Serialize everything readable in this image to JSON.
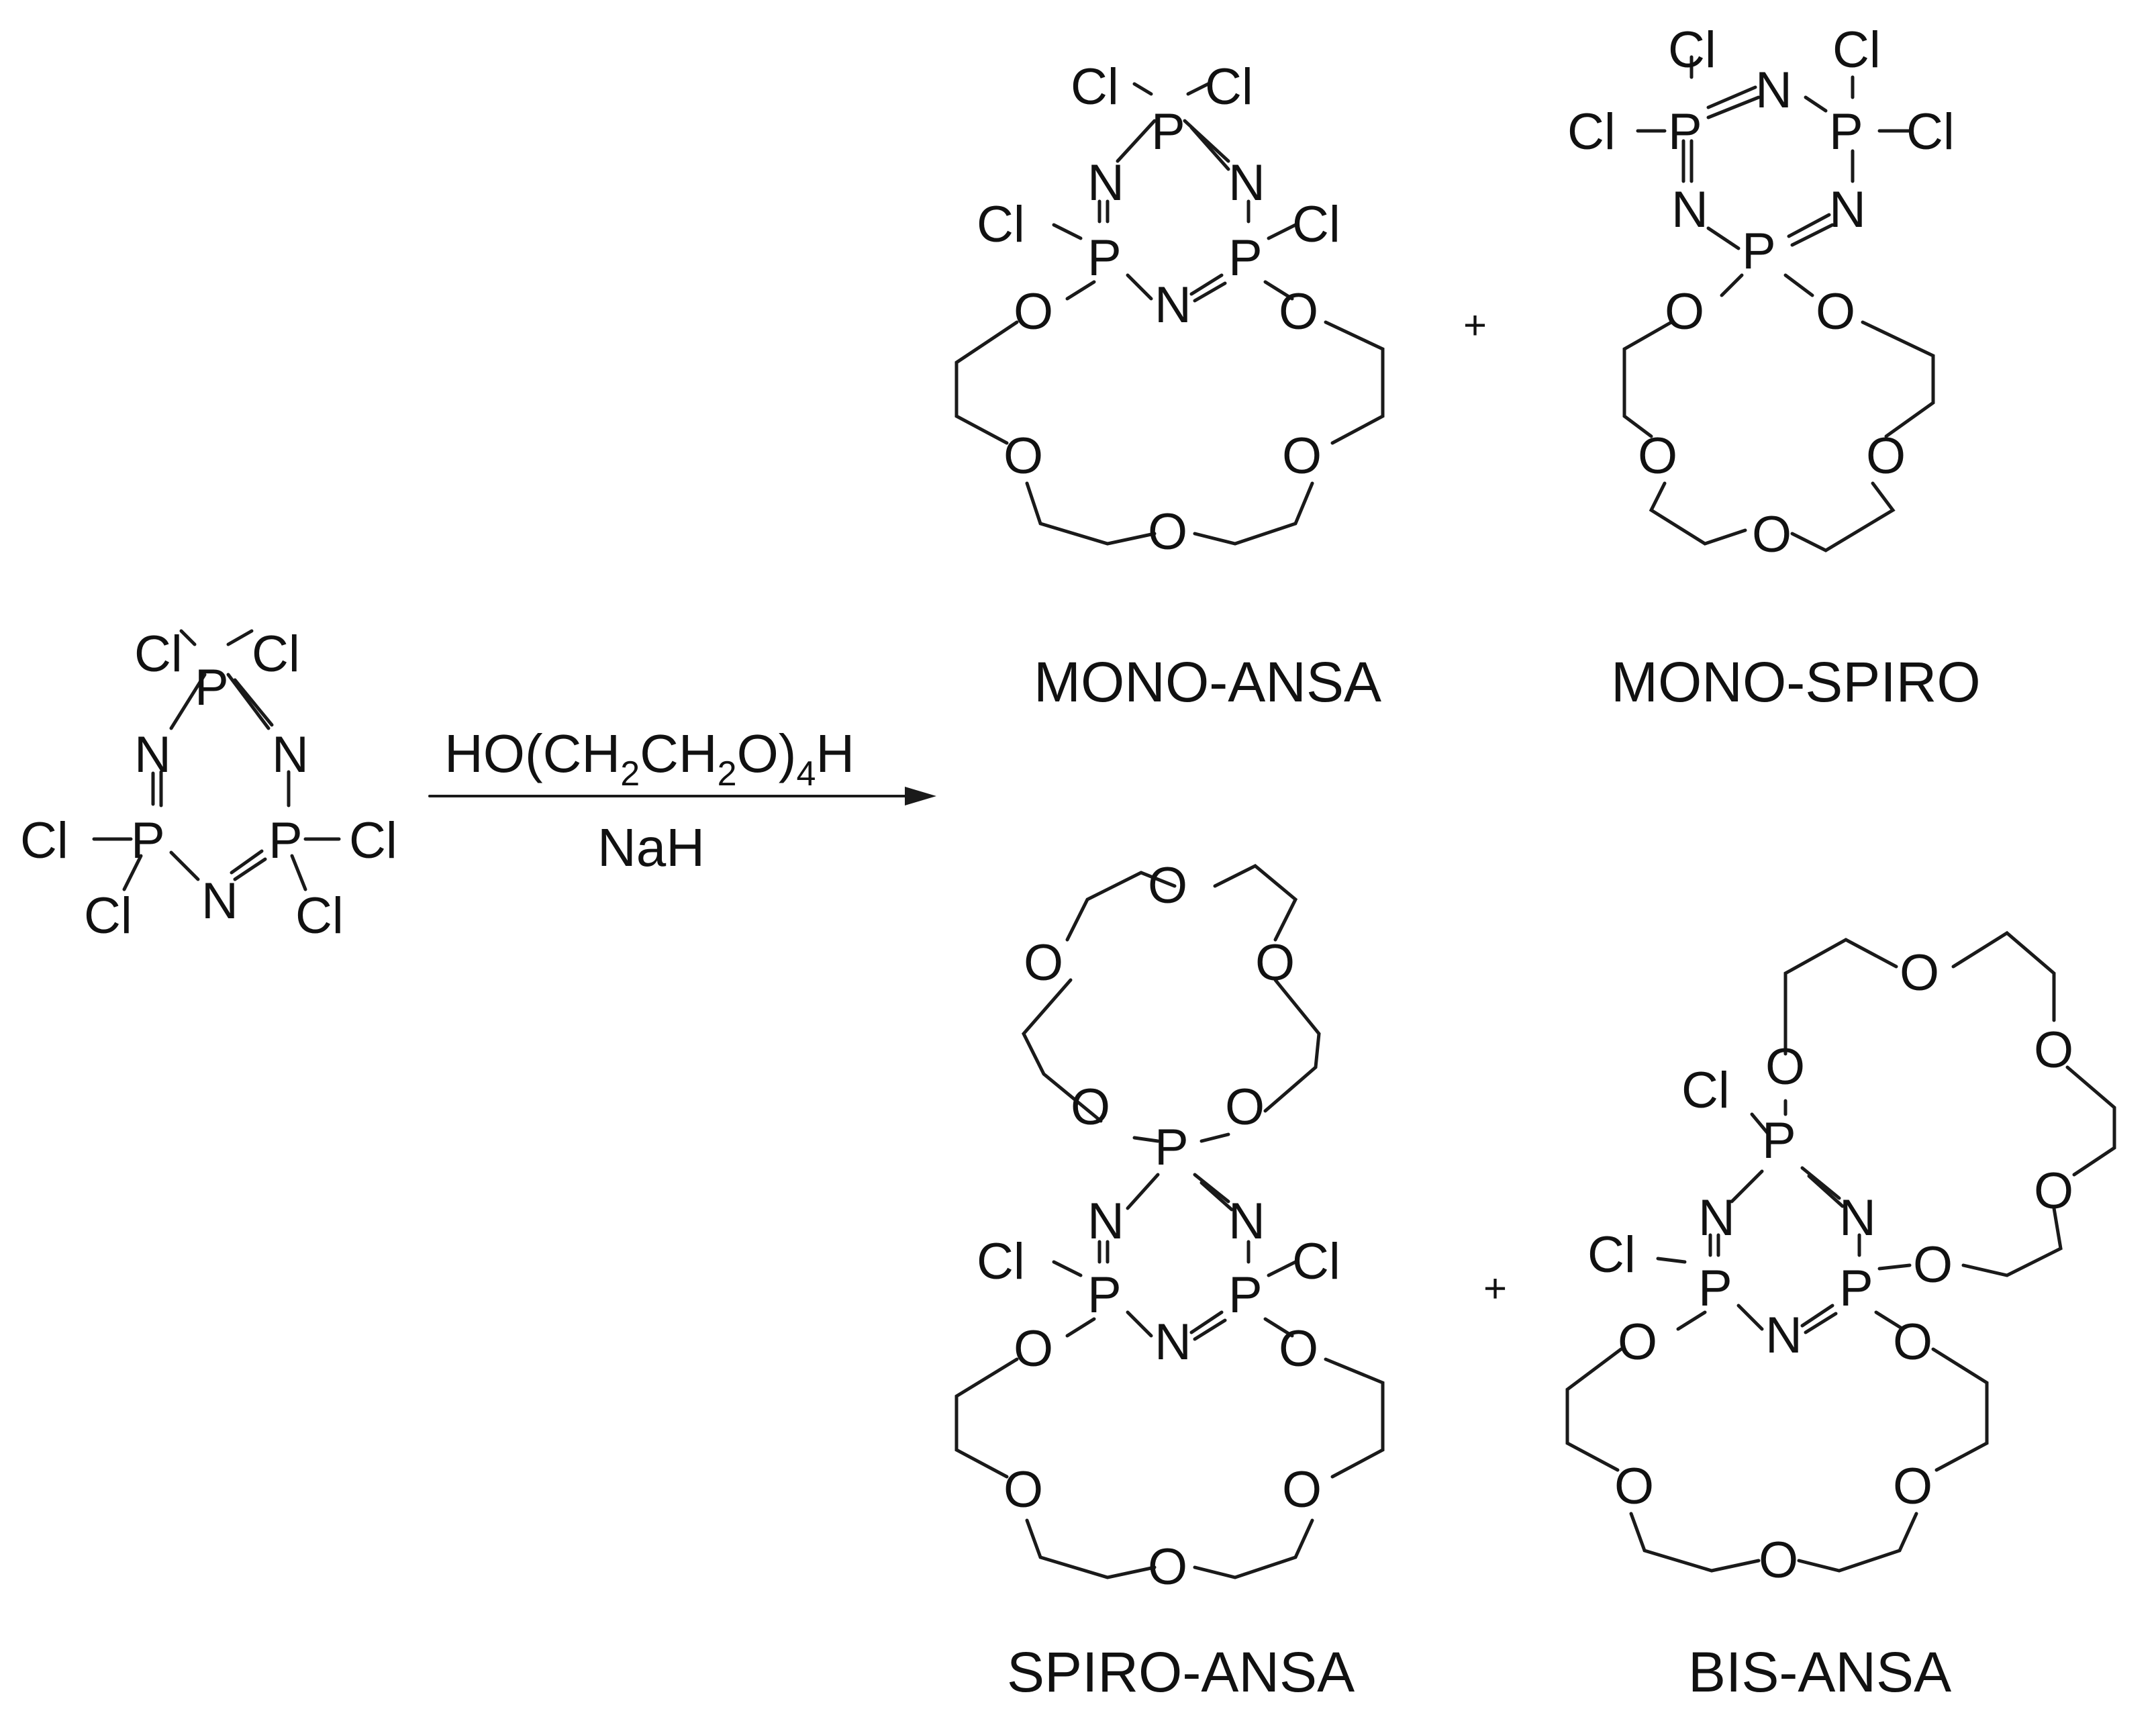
{
  "atoms": {
    "P": "P",
    "N": "N",
    "Cl": "Cl",
    "O": "O"
  },
  "reaction": {
    "reagent": {
      "pre": "HO(CH",
      "sub1": "2",
      "mid": "CH",
      "sub2": "2",
      "post": "O)",
      "sub3": "4",
      "end": "H"
    },
    "base": "NaH"
  },
  "products": {
    "mono_ansa": "MONO-ANSA",
    "mono_spiro": "MONO-SPIRO",
    "spiro_ansa": "SPIRO-ANSA",
    "bis_ansa": "BIS-ANSA"
  },
  "plus": "+"
}
